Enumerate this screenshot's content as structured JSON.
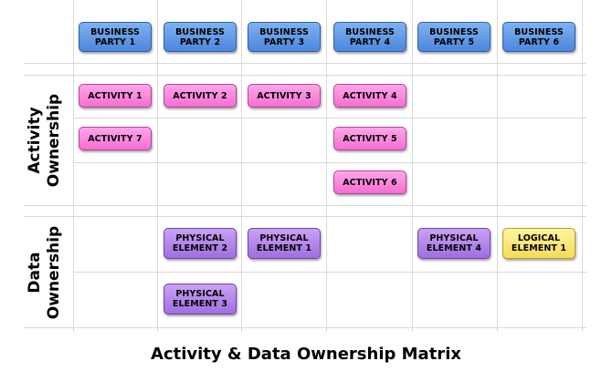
{
  "title": "Activity & Data Ownership Matrix",
  "row_labels": {
    "activity": "Activity\nOwnership",
    "data": "Data\nOwnership"
  },
  "business_parties": [
    "BUSINESS\nPARTY 1",
    "BUSINESS\nPARTY 2",
    "BUSINESS\nPARTY 3",
    "BUSINESS\nPARTY 4",
    "BUSINESS\nPARTY 5",
    "BUSINESS\nPARTY 6"
  ],
  "activities": {
    "a1": "ACTIVITY 1",
    "a2": "ACTIVITY 2",
    "a3": "ACTIVITY 3",
    "a4": "ACTIVITY 4",
    "a7": "ACTIVITY 7",
    "a5": "ACTIVITY 5",
    "a6": "ACTIVITY 6"
  },
  "elements": {
    "pe2": "PHYSICAL\nELEMENT 2",
    "pe1": "PHYSICAL\nELEMENT 1",
    "pe4": "PHYSICAL\nELEMENT 4",
    "le1": "LOGICAL\nELEMENT 1",
    "pe3": "PHYSICAL\nELEMENT 3"
  },
  "colors": {
    "party": "#5b93e3",
    "activity": "#f784d9",
    "physical_element": "#b384e8",
    "logical_element": "#f9e46f",
    "gridline": "#d9d9d9"
  }
}
